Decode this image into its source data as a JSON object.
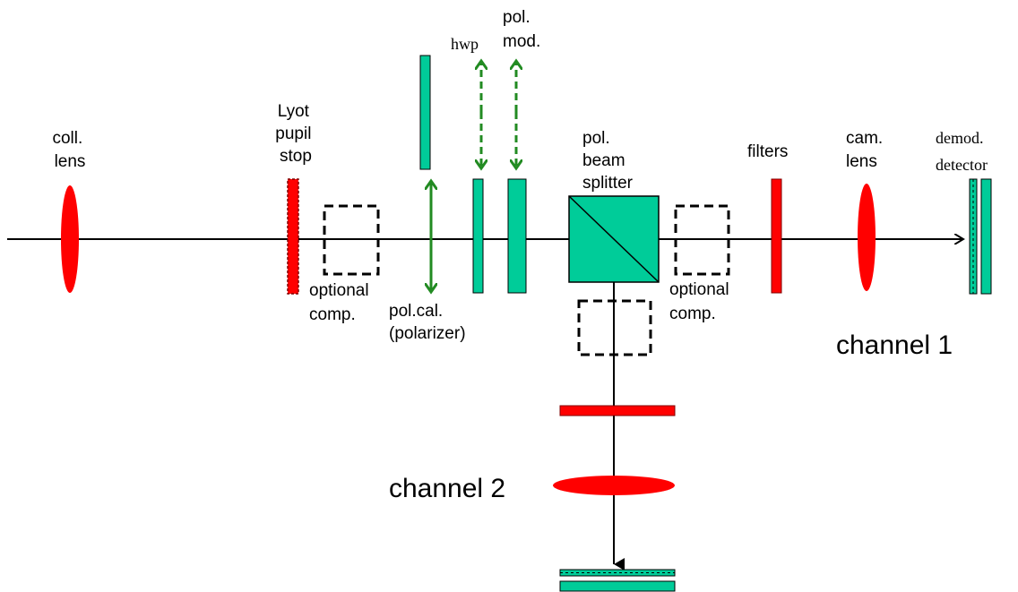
{
  "colors": {
    "red": "#ff0000",
    "green": "#00cc99",
    "arrow_green": "#228b22",
    "line": "#000000"
  },
  "labels": {
    "coll_lens": [
      "coll.",
      "lens"
    ],
    "lyot": [
      "Lyot",
      "pupil",
      "stop"
    ],
    "optional_comp_1": [
      "optional",
      "comp."
    ],
    "pol_cal": [
      "pol.cal.",
      "(polarizer)"
    ],
    "hwp": [
      "hwp"
    ],
    "pol_mod": [
      "pol.",
      "mod."
    ],
    "pbs": [
      "pol.",
      "beam",
      "splitter"
    ],
    "optional_comp_2": [
      "optional",
      "comp."
    ],
    "filters": [
      "filters"
    ],
    "cam_lens": [
      "cam.",
      "lens"
    ],
    "demod_detector": [
      "demod.",
      "detector"
    ],
    "channel_1": [
      "channel 1"
    ],
    "channel_2": [
      "channel 2"
    ]
  },
  "icons": {
    "lens": "red-ellipse-lens-icon",
    "retarder": "green-plate-icon",
    "polarizing_beam_splitter": "green-cube-icon",
    "detector": "green-detector-icon",
    "optional": "dashed-box-icon"
  }
}
